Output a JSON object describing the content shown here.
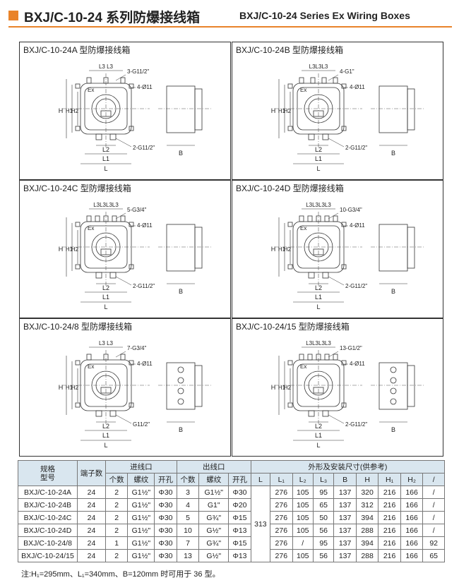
{
  "header": {
    "title_zh": "BXJ/C-10-24 系列防爆接线箱",
    "title_en": "BXJ/C-10-24 Series Ex Wiring Boxes",
    "accent_color": "#e9832a"
  },
  "panels": [
    {
      "title": "BXJ/C-10-24A 型防爆接线箱",
      "l3": "L3  L3",
      "top_label": "3-G11/2\"",
      "hole_label": "4-Ø11",
      "bottom_label": "2-G11/2\""
    },
    {
      "title": "BXJ/C-10-24B 型防爆接线箱",
      "l3": "L3L3L3",
      "top_label": "4-G1\"",
      "hole_label": "4-Ø11",
      "bottom_label": "2-G11/2\""
    },
    {
      "title": "BXJ/C-10-24C 型防爆接线箱",
      "l3": "L3L3L3L3",
      "top_label": "5-G3/4\"",
      "hole_label": "4-Ø11",
      "bottom_label": "2-G11/2\""
    },
    {
      "title": "BXJ/C-10-24D 型防爆接线箱",
      "l3": "L3L3L3L3",
      "top_label": "10-G3/4\"",
      "hole_label": "4-Ø11",
      "bottom_label": "2-G11/2\""
    },
    {
      "title": "BXJ/C-10-24/8 型防爆接线箱",
      "l3": "L3   L3",
      "top_label": "7-G3/4\"",
      "hole_label": "4-Ø11",
      "bottom_label": "G11/2\""
    },
    {
      "title": "BXJ/C-10-24/15 型防爆接线箱",
      "l3": "L3L3L3L3",
      "top_label": "13-G1/2\"",
      "hole_label": "4-Ø11",
      "bottom_label": "2-G11/2\""
    }
  ],
  "dim_labels": {
    "ex": "Ex",
    "h": "H",
    "h1": "H1",
    "h2": "H2",
    "l": "L",
    "l1": "L1",
    "l2": "L2",
    "b": "B"
  },
  "table": {
    "h_model": "规格\n型号",
    "h_terminals": "端子数",
    "h_inlet": "进线口",
    "h_outlet": "出线口",
    "h_dims": "外形及安装尺寸(供参考)",
    "sub": {
      "count": "个数",
      "thread": "螺纹",
      "hole": "开孔",
      "L": "L",
      "L1": "L₁",
      "L2": "L₂",
      "L3": "L₃",
      "B": "B",
      "H": "H",
      "H1": "H₁",
      "H2": "H₂",
      "blank": "/"
    },
    "L_value": "313",
    "rows": [
      {
        "model": "BXJ/C-10-24A",
        "terminals": "24",
        "in_count": "2",
        "in_thread": "G1½\"",
        "in_hole": "Φ30",
        "out_count": "3",
        "out_thread": "G1½\"",
        "out_hole": "Φ30",
        "l1": "276",
        "l2": "105",
        "l3": "95",
        "b": "137",
        "h": "320",
        "h1": "216",
        "h2": "166",
        "x": "/"
      },
      {
        "model": "BXJ/C-10-24B",
        "terminals": "24",
        "in_count": "2",
        "in_thread": "G1½\"",
        "in_hole": "Φ30",
        "out_count": "4",
        "out_thread": "G1\"",
        "out_hole": "Φ20",
        "l1": "276",
        "l2": "105",
        "l3": "65",
        "b": "137",
        "h": "312",
        "h1": "216",
        "h2": "166",
        "x": "/"
      },
      {
        "model": "BXJ/C-10-24C",
        "terminals": "24",
        "in_count": "2",
        "in_thread": "G1½\"",
        "in_hole": "Φ30",
        "out_count": "5",
        "out_thread": "G¾\"",
        "out_hole": "Φ15",
        "l1": "276",
        "l2": "105",
        "l3": "50",
        "b": "137",
        "h": "394",
        "h1": "216",
        "h2": "166",
        "x": "/"
      },
      {
        "model": "BXJ/C-10-24D",
        "terminals": "24",
        "in_count": "2",
        "in_thread": "G1½\"",
        "in_hole": "Φ30",
        "out_count": "10",
        "out_thread": "G½\"",
        "out_hole": "Φ13",
        "l1": "276",
        "l2": "105",
        "l3": "56",
        "b": "137",
        "h": "288",
        "h1": "216",
        "h2": "166",
        "x": "/"
      },
      {
        "model": "BXJ/C-10-24/8",
        "terminals": "24",
        "in_count": "1",
        "in_thread": "G1½\"",
        "in_hole": "Φ30",
        "out_count": "7",
        "out_thread": "G¾\"",
        "out_hole": "Φ15",
        "l1": "276",
        "l2": "/",
        "l3": "95",
        "b": "137",
        "h": "394",
        "h1": "216",
        "h2": "166",
        "x": "92"
      },
      {
        "model": "BXJ/C-10-24/15",
        "terminals": "24",
        "in_count": "2",
        "in_thread": "G1½\"",
        "in_hole": "Φ30",
        "out_count": "13",
        "out_thread": "G½\"",
        "out_hole": "Φ13",
        "l1": "276",
        "l2": "105",
        "l3": "56",
        "b": "137",
        "h": "288",
        "h1": "216",
        "h2": "166",
        "x": "65"
      }
    ]
  },
  "note": "注:H₁=295mm、L₁=340mm、B=120mm 时可用于 36 型。"
}
